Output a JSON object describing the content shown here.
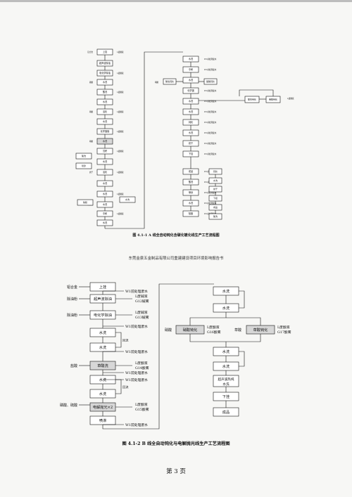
{
  "header_text": "东莞金泉五金制品有限公司重建建设项目环境影响报告书",
  "page_number": "第 3 页",
  "figure1": {
    "caption": "图 4.1-1  A 线全自动钝化含碳化镀化线生产工艺流程图",
    "nodes": [
      "上挂",
      "超声波除油",
      "电化学除油",
      "水洗",
      "酸洗",
      "水洗",
      "活化",
      "水洗",
      "化学镀镍",
      "水洗",
      "沉积",
      "水洗",
      "活化",
      "水洗",
      "水洗",
      "水洗",
      "中和",
      "水洗",
      "化学镀",
      "水洗",
      "水洗",
      "钝化",
      "水洗",
      "烘干",
      "下挂",
      "成品",
      "酸洗",
      "喷砂",
      "水洗",
      "除膜",
      "酸性钝化",
      "铬酸钝化",
      "清洗",
      "风干",
      "吹干",
      "烘干"
    ],
    "side_labels": [
      "铝合金",
      "除油粉",
      "除油粉",
      "硫酸",
      "硝酸",
      "氢氧化钠",
      "硝酸",
      "中和",
      "镍盐",
      "硝酸",
      "碱液",
      "稀酸",
      "烘干",
      "W1前处理废水",
      "L废酸液"
    ]
  },
  "figure2": {
    "caption": "图 4.1-2   B 线全自动钝化与电解抛光线生产工艺流程图",
    "left_nodes": [
      "上挂",
      "超声波除油",
      "电化学除油",
      "水洗",
      "水洗",
      "草酸洗",
      "水洗",
      "水洗",
      "电解抛光×2",
      "喷淋"
    ],
    "right_nodes": [
      "水洗",
      "水洗",
      "硝酸钝化",
      "草酸钝化",
      "水洗",
      "水洗",
      "超声波热纯水洗",
      "下挂",
      "成品"
    ],
    "inputs": [
      "铝合金",
      "除油粉",
      "除油粉",
      "盐酸",
      "磷酸、硫酸",
      "硝酸",
      "草酸"
    ],
    "emissions": {
      "g12": [
        "L废碱液",
        "G12碱雾"
      ],
      "g13": [
        "L废碱液",
        "G13碱雾"
      ],
      "g14": [
        "L废酸液",
        "G14酸雾"
      ],
      "g15": [
        "L废酸液",
        "G15酸雾"
      ],
      "g16": [
        "L废酸液",
        "G16酸雾"
      ],
      "g17": [
        "L废酸液",
        "G17酸雾"
      ],
      "w1": "W1前处理废水",
      "w1b": "W1前处理废水",
      "w1c": "W1前处理废水",
      "w1d": "W1前处理废水",
      "w1e": "W1前处理废水",
      "w1f": "W1前处理废水"
    },
    "backwash": "回流"
  }
}
